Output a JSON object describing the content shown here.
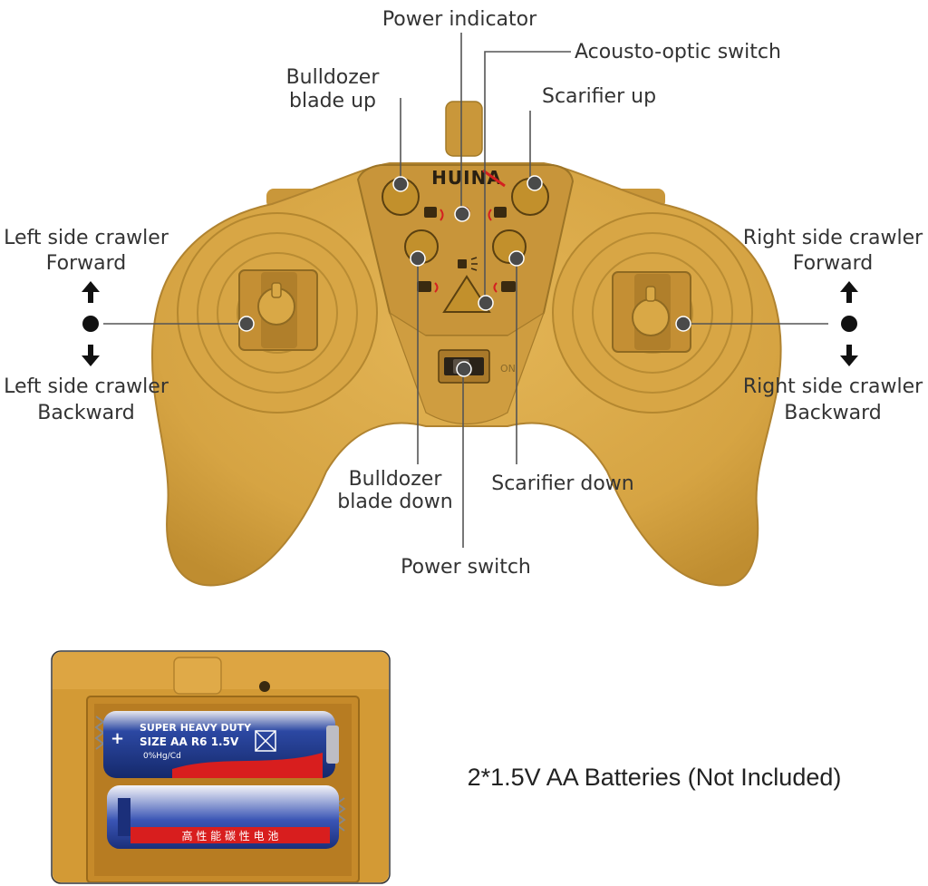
{
  "brand": "HUINA",
  "labels": {
    "power_indicator": "Power indicator",
    "acousto_optic": "Acousto-optic switch",
    "blade_up": [
      "Bulldozer",
      "blade up"
    ],
    "scarifier_up": "Scarifier up",
    "left_forward": [
      "Left side crawler",
      "Forward"
    ],
    "left_backward": [
      "Left side crawler",
      "Backward"
    ],
    "right_forward": [
      "Right side crawler",
      "Forward"
    ],
    "right_backward": [
      "Right side crawler",
      "Backward"
    ],
    "blade_down": [
      "Bulldozer",
      "blade down"
    ],
    "scarifier_down": "Scarifier down",
    "power_switch": "Power switch",
    "switch_on": "ON"
  },
  "battery": {
    "caption": "2*1.5V AA Batteries (Not Included)",
    "top_cell": {
      "line1": "SUPER HEAVY DUTY",
      "line2": "SIZE  AA R6   1.5V",
      "line3": "0%Hg/Cd",
      "plus": "+"
    },
    "bottom_cell": {
      "band": "高 性 能 碳 性 电 池"
    }
  },
  "colors": {
    "shell": "#d9a845",
    "shell_dark": "#b98a2e",
    "panel": "#c9973a",
    "indicator": "#d42020",
    "battery_blue": "#1f3a8a",
    "battery_red": "#d81e1e"
  }
}
